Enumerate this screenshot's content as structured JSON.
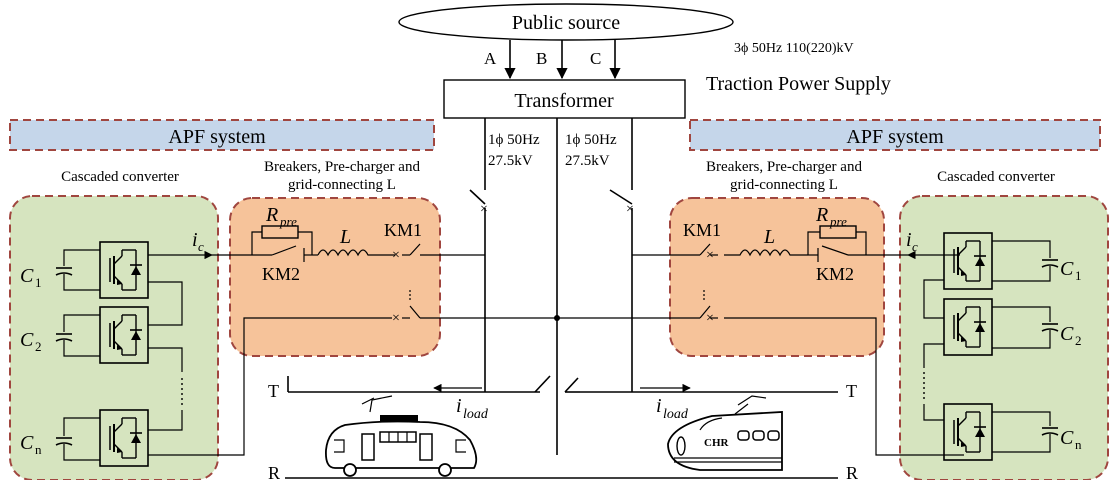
{
  "source": {
    "label": "Public source",
    "phases": [
      "A",
      "B",
      "C"
    ]
  },
  "grid_info": {
    "spec": "3ϕ 50Hz 110(220)kV",
    "title": "Traction Power Supply"
  },
  "transformer": {
    "label": "Transformer"
  },
  "feeders": [
    {
      "line1": "1ϕ 50Hz",
      "line2": "27.5kV"
    },
    {
      "line1": "1ϕ 50Hz",
      "line2": "27.5kV"
    }
  ],
  "apf_left": {
    "banner": "APF system",
    "converter_title": "Cascaded converter",
    "breaker_title_1": "Breakers, Pre-charger and",
    "breaker_title_2": "grid-connecting L",
    "current": "i",
    "current_sub": "c",
    "capacitors": [
      {
        "main": "C",
        "sub": "1"
      },
      {
        "main": "C",
        "sub": "2"
      },
      {
        "main": "C",
        "sub": "n"
      }
    ],
    "r_pre_main": "R",
    "r_pre_sub": "pre",
    "inductor": "L",
    "km1": "KM1",
    "km2": "KM2"
  },
  "apf_right": {
    "banner": "APF system",
    "converter_title": "Cascaded converter",
    "breaker_title_1": "Breakers, Pre-charger and",
    "breaker_title_2": "grid-connecting L",
    "current": "i",
    "current_sub": "c",
    "capacitors": [
      {
        "main": "C",
        "sub": "1"
      },
      {
        "main": "C",
        "sub": "2"
      },
      {
        "main": "C",
        "sub": "n"
      }
    ],
    "r_pre_main": "R",
    "r_pre_sub": "pre",
    "inductor": "L",
    "km1": "KM1",
    "km2": "KM2"
  },
  "rails": {
    "trolley": "T",
    "rail": "R"
  },
  "load": {
    "current": "i",
    "current_sub": "load"
  },
  "train": {
    "badge": "CHR"
  },
  "colors": {
    "banner_fill": "#c5d6ea",
    "banner_border": "#a0463f",
    "converter_fill": "#d6e4bf",
    "breaker_fill": "#f6c39a"
  }
}
